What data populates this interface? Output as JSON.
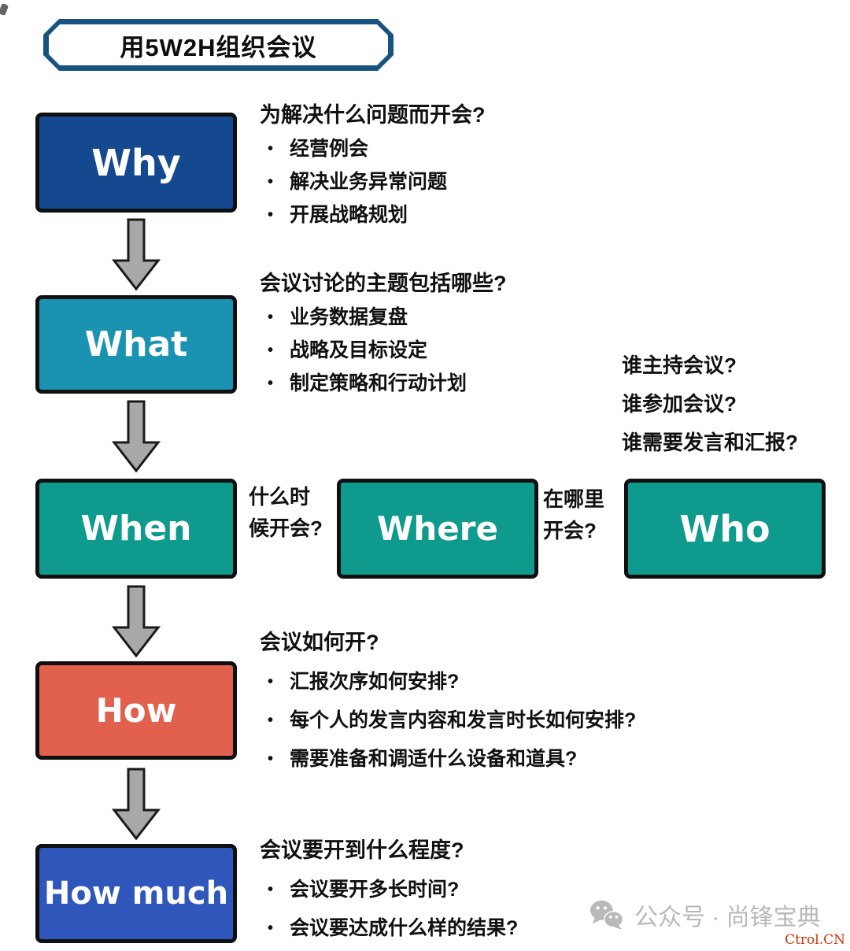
{
  "banner": {
    "title": "用5W2H组织会议"
  },
  "boxes": {
    "why": {
      "label": "Why",
      "color": "#14498f"
    },
    "what": {
      "label": "What",
      "color": "#1a93b2"
    },
    "when": {
      "label": "When",
      "color": "#0e9a8d"
    },
    "where": {
      "label": "Where",
      "color": "#0e9a8d"
    },
    "who": {
      "label": "Who",
      "color": "#0e9a8d"
    },
    "how": {
      "label": "How",
      "color": "#e2604e"
    },
    "how_much": {
      "label": "How much",
      "color": "#2f56bb"
    }
  },
  "bullet_char": "•",
  "notes": {
    "why": {
      "heading": "为解决什么问题而开会?",
      "bullets": [
        "经营例会",
        "解决业务异常问题",
        "开展战略规划"
      ]
    },
    "what": {
      "heading": "会议讨论的主题包括哪些?",
      "bullets": [
        "业务数据复盘",
        "战略及目标设定",
        "制定策略和行动计划"
      ]
    },
    "when": {
      "text": "什么时\n候开会?"
    },
    "where": {
      "text": "在哪里\n开会?"
    },
    "who": {
      "questions": [
        "谁主持会议?",
        "谁参加会议?",
        "谁需要发言和汇报?"
      ]
    },
    "how": {
      "heading": "会议如何开?",
      "bullets": [
        "汇报次序如何安排?",
        "每个人的发言内容和发言时长如何安排?",
        "需要准备和调适什么设备和道具?"
      ]
    },
    "how_much": {
      "heading": "会议要开到什么程度?",
      "bullets": [
        "会议要开多长时间?",
        "会议要达成什么样的结果?"
      ]
    }
  },
  "watermark": {
    "wechat_label": "公众号 · 尚锋宝典",
    "site": "Ctrol.CN"
  },
  "colors": {
    "banner_border": "#17537f",
    "box_border": "#101010",
    "arrow_fill": "#a8a8a8",
    "arrow_stroke": "#1a1a1a",
    "watermark_gray": "#b9b9b9",
    "site_red": "#cc3300"
  }
}
